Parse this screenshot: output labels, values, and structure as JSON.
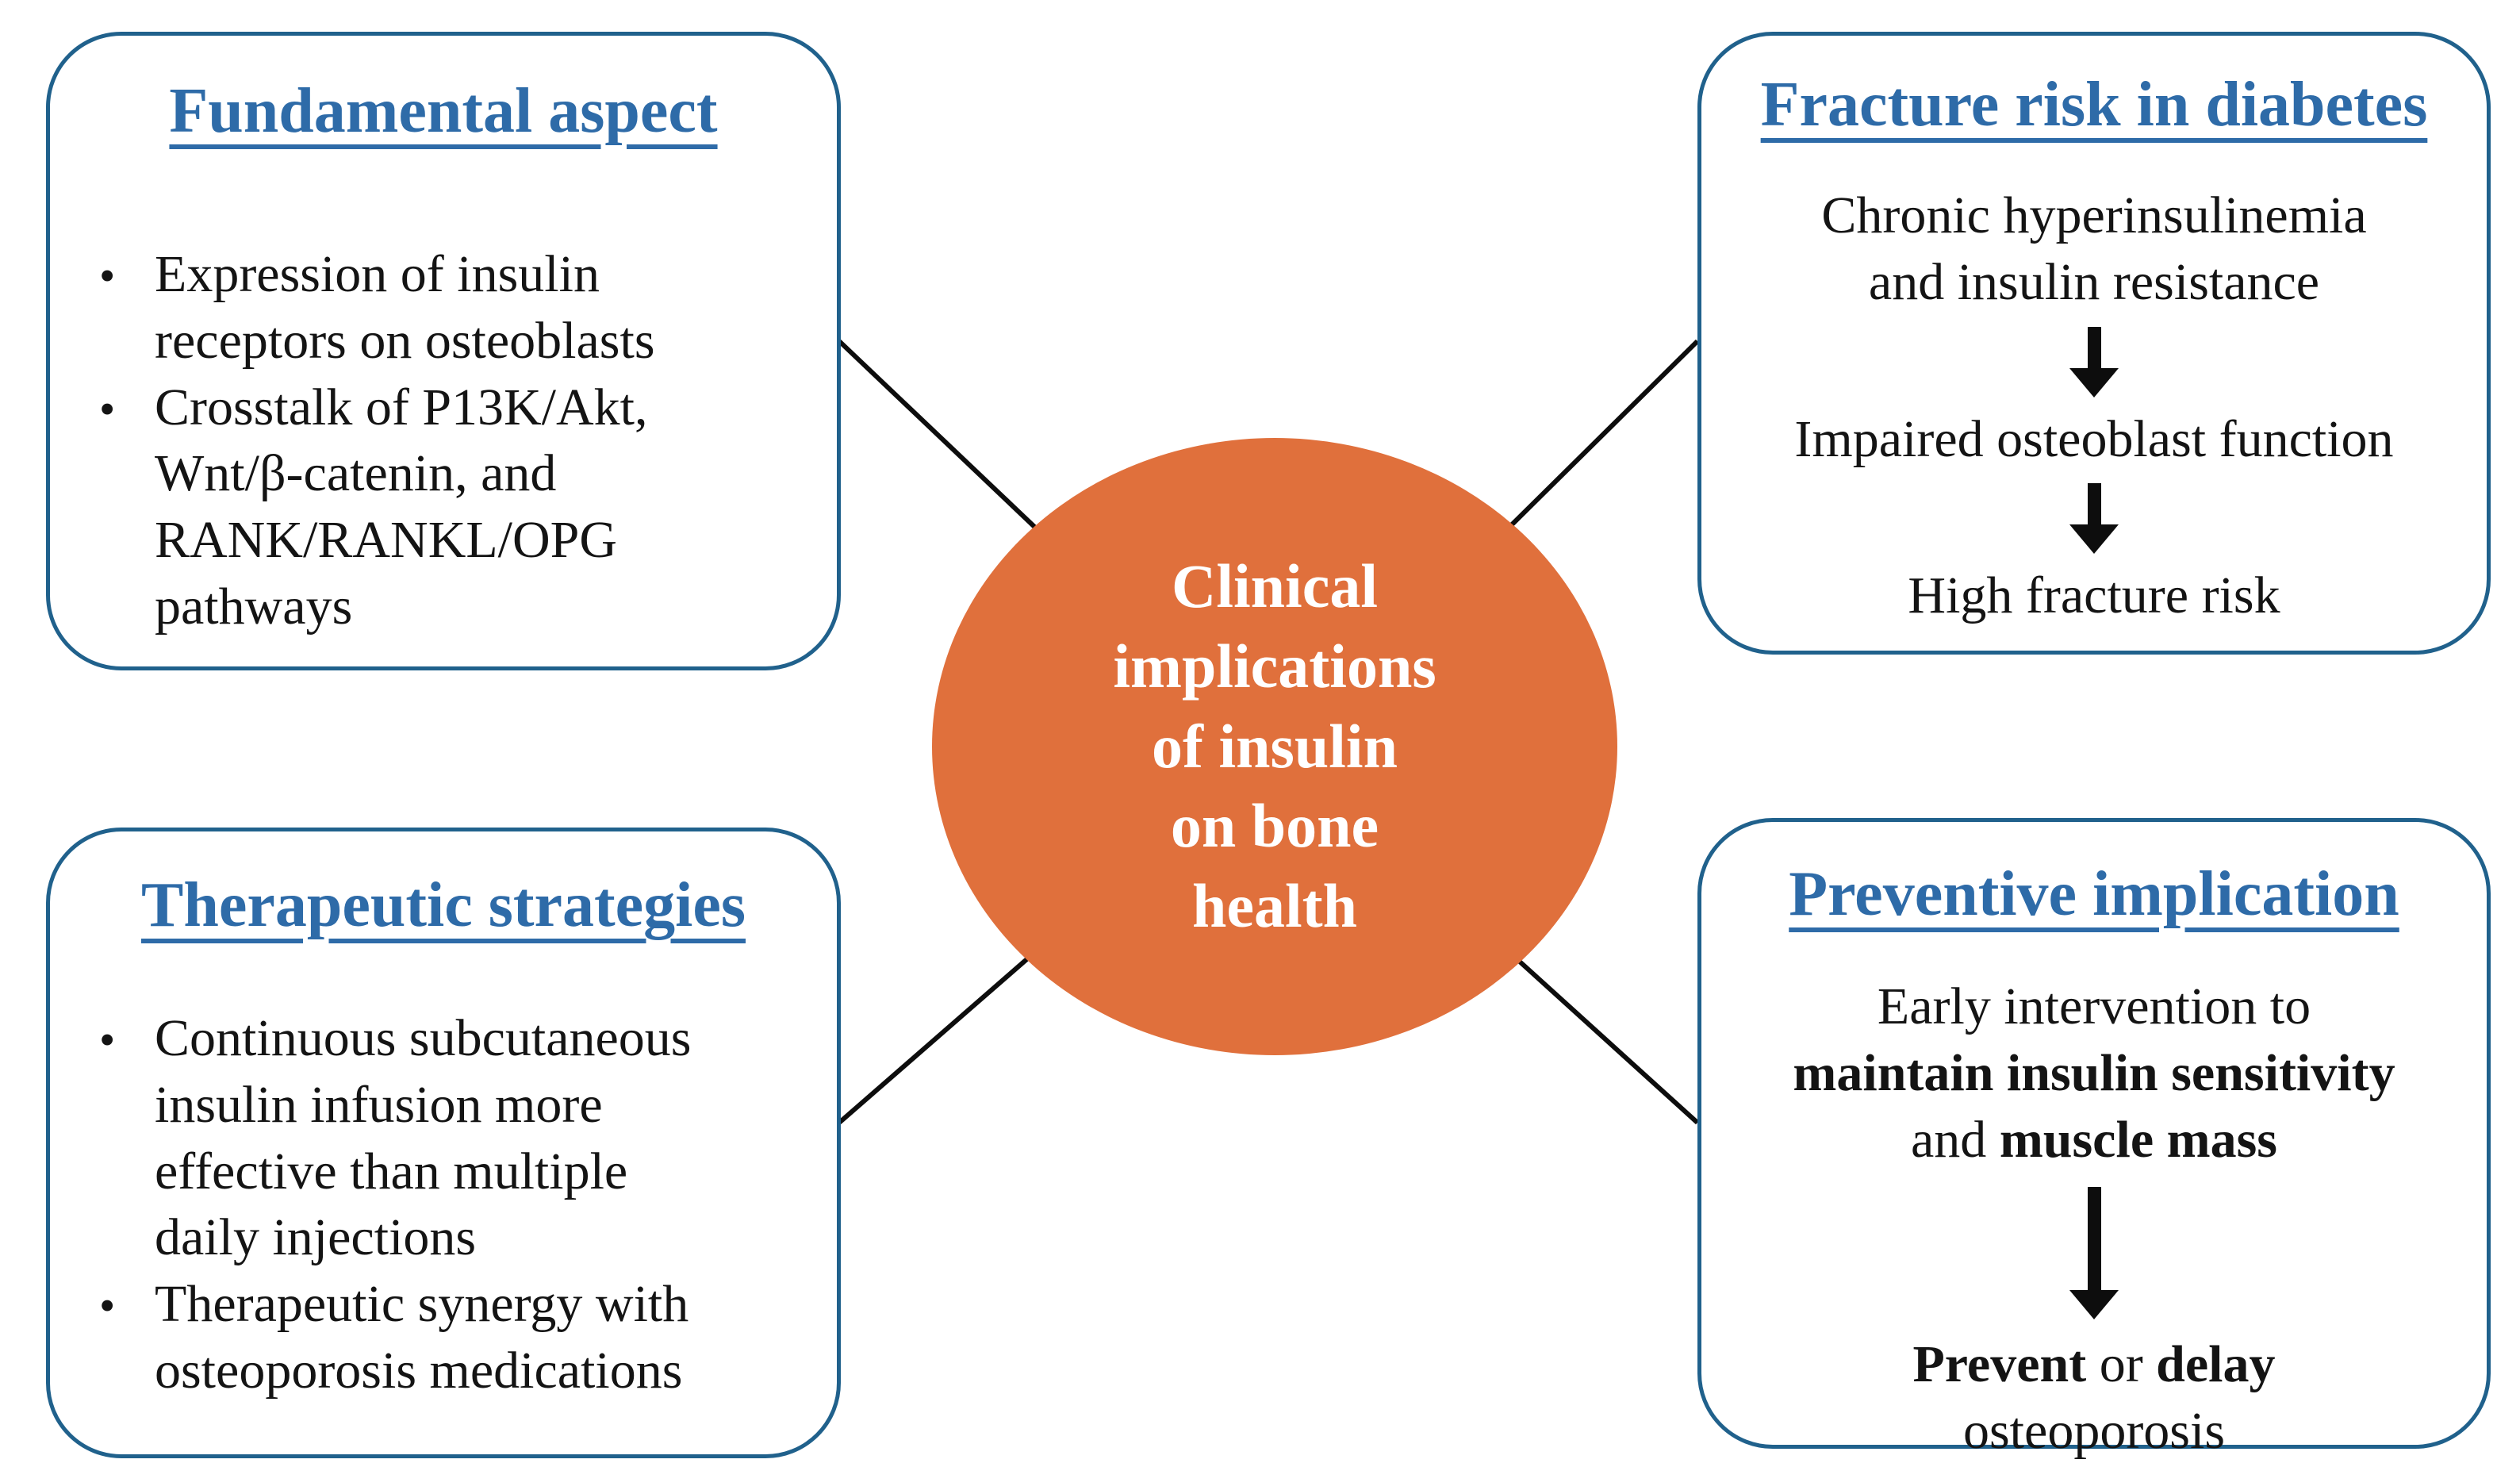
{
  "diagram_title": "Clinical implications of insulin on bone health",
  "center": {
    "lines": [
      "Clinical",
      "implications",
      "of insulin",
      "on bone",
      "health"
    ]
  },
  "fundamental": {
    "title": "Fundamental aspect",
    "bullets": [
      "Expression of insulin receptors on osteoblasts",
      "Crosstalk of P13K/Akt, Wnt/β-catenin, and RANK/RANKL/OPG pathways"
    ]
  },
  "fracture": {
    "title": "Fracture risk in diabetes",
    "step1_line1": "Chronic hyperinsulinemia",
    "step1_line2": "and insulin resistance",
    "step2": "Impaired osteoblast function",
    "step3": "High fracture risk"
  },
  "therapeutic": {
    "title": "Therapeutic strategies",
    "bullets": [
      "Continuous subcutaneous insulin infusion more effective than multiple daily injections",
      "Therapeutic synergy with osteoporosis medications"
    ]
  },
  "preventive": {
    "title": "Preventive implication",
    "line1": "Early intervention to",
    "line2_bold": "maintain insulin sensitivity",
    "line3_normal": "and",
    "line3_bold": "muscle mass",
    "result_bold1": "Prevent",
    "result_or": "or",
    "result_bold2": "delay",
    "result_line2": "osteoporosis"
  },
  "colors": {
    "box_border_blue": "#20618C",
    "heading_blue": "#2E6BA8",
    "circle_orange": "#E0703C",
    "connector_black": "#0D0D0D",
    "body_text": "#141414"
  }
}
